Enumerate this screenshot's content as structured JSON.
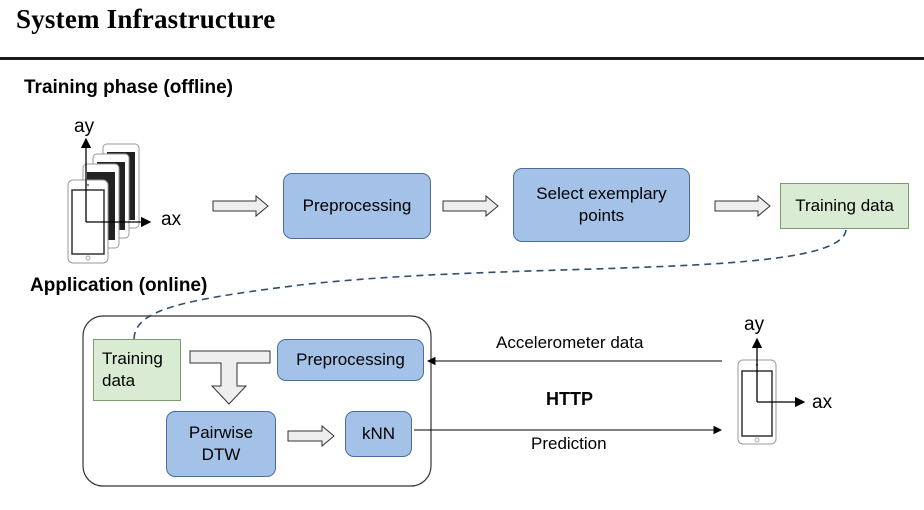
{
  "title": "System Infrastructure",
  "training": {
    "label": "Training phase (offline)",
    "axis_y": "ay",
    "axis_x": "ax",
    "preprocessing": "Preprocessing",
    "select_line1": "Select exemplary",
    "select_line2": "points",
    "training_data": "Training data"
  },
  "application": {
    "label": "Application (online)",
    "training_data_line1": "Training",
    "training_data_line2": "data",
    "preprocessing": "Preprocessing",
    "dtw_line1": "Pairwise",
    "dtw_line2": "DTW",
    "knn": "kNN",
    "accelerometer": "Accelerometer data",
    "http": "HTTP",
    "prediction": "Prediction",
    "axis_y": "ay",
    "axis_x": "ax"
  },
  "colors": {
    "process_box": "#a4c2e8",
    "data_box": "#d9ecd3"
  }
}
